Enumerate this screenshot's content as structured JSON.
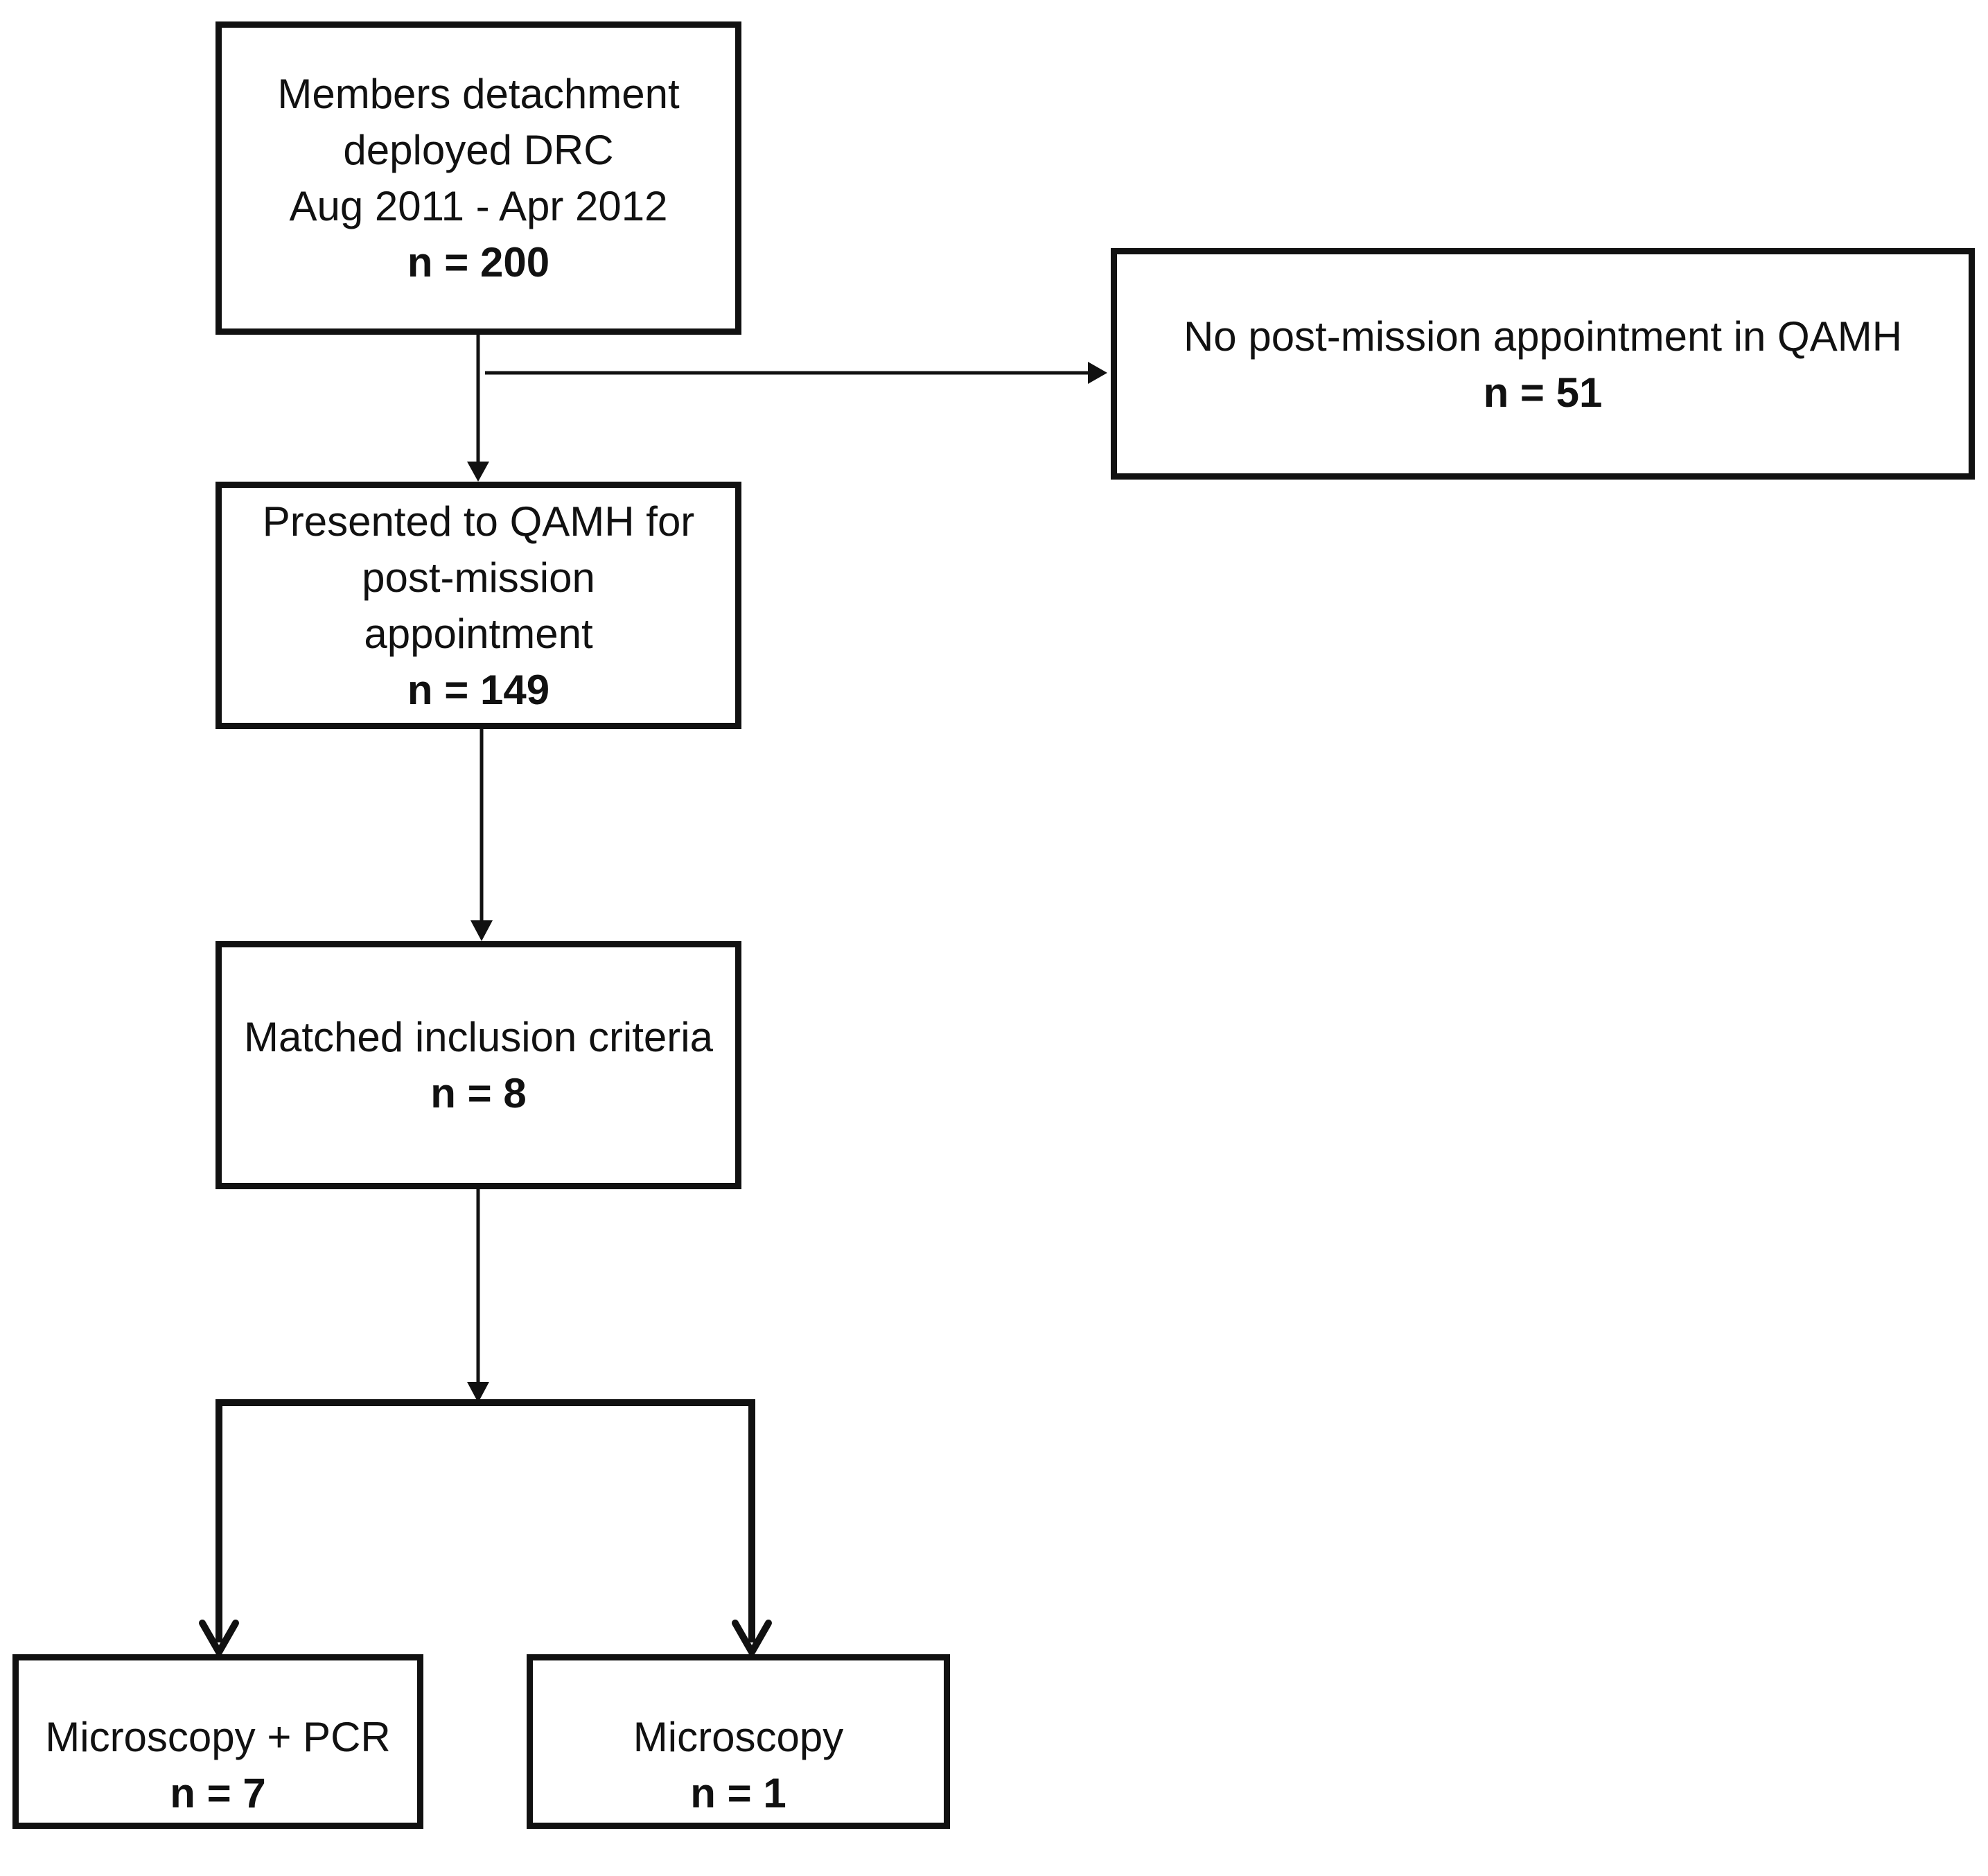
{
  "boxes": {
    "deployed": {
      "lines": [
        "Members detachment",
        "deployed DRC",
        "Aug 2011 - Apr 2012"
      ],
      "count": "n = 200"
    },
    "no_appointment": {
      "lines": [
        "No post-mission appointment in QAMH"
      ],
      "count": "n = 51"
    },
    "presented": {
      "lines": [
        "Presented to QAMH for",
        "post-mission",
        "appointment"
      ],
      "count": "n = 149"
    },
    "matched": {
      "lines": [
        "Matched inclusion criteria"
      ],
      "count": "n = 8"
    },
    "microscopy_pcr": {
      "lines": [
        "Microscopy + PCR"
      ],
      "count": "n = 7"
    },
    "microscopy": {
      "lines": [
        "Microscopy"
      ],
      "count": "n = 1"
    }
  },
  "colors": {
    "stroke": "#111111",
    "background": "#ffffff"
  }
}
